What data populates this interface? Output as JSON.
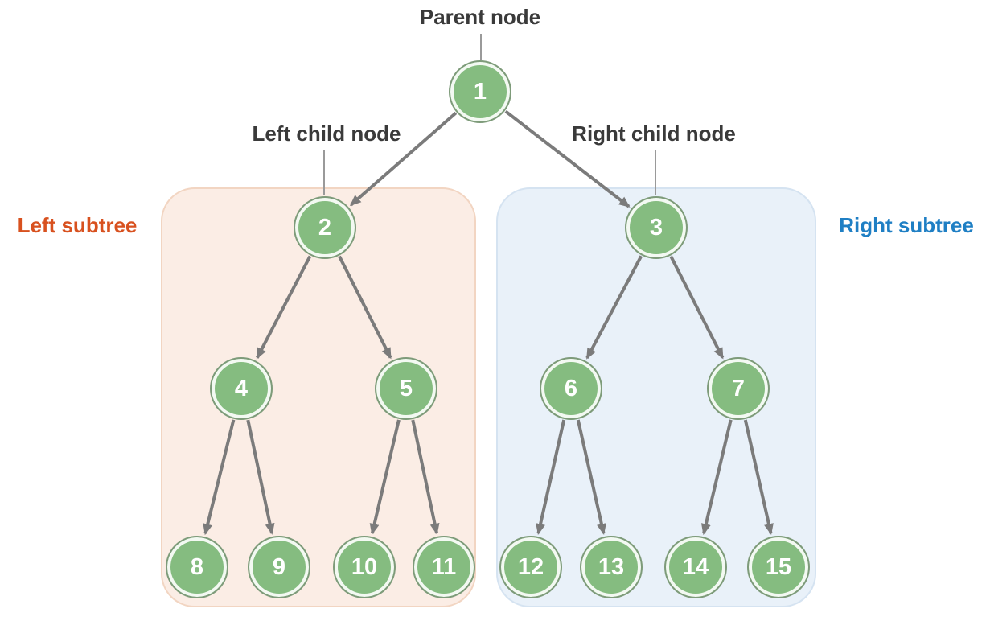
{
  "diagram": {
    "type": "binary-tree",
    "labels": {
      "parent_node": "Parent node",
      "left_child_node": "Left child node",
      "right_child_node": "Right child node",
      "left_subtree": "Left subtree",
      "right_subtree": "Right subtree"
    },
    "nodes": [
      "1",
      "2",
      "3",
      "4",
      "5",
      "6",
      "7",
      "8",
      "9",
      "10",
      "11",
      "12",
      "13",
      "14",
      "15"
    ],
    "edges": [
      [
        "1",
        "2"
      ],
      [
        "1",
        "3"
      ],
      [
        "2",
        "4"
      ],
      [
        "2",
        "5"
      ],
      [
        "3",
        "6"
      ],
      [
        "3",
        "7"
      ],
      [
        "4",
        "8"
      ],
      [
        "4",
        "9"
      ],
      [
        "5",
        "10"
      ],
      [
        "5",
        "11"
      ],
      [
        "6",
        "12"
      ],
      [
        "6",
        "13"
      ],
      [
        "7",
        "14"
      ],
      [
        "7",
        "15"
      ]
    ],
    "colors": {
      "node_fill": "#85BC80",
      "node_ring": "#F3F9F2",
      "node_border": "#7E9B7A",
      "node_text": "#FFFFFF",
      "edge": "#7B7B7B",
      "connector": "#9A9A9A",
      "label_text": "#3A3A3A",
      "left_subtree_text": "#D8511F",
      "right_subtree_text": "#1F7FC4",
      "left_box_bg": "#FBEDE5",
      "left_box_border": "#F2D5C2",
      "right_box_bg": "#E9F1F9",
      "right_box_border": "#D5E3F1"
    }
  }
}
